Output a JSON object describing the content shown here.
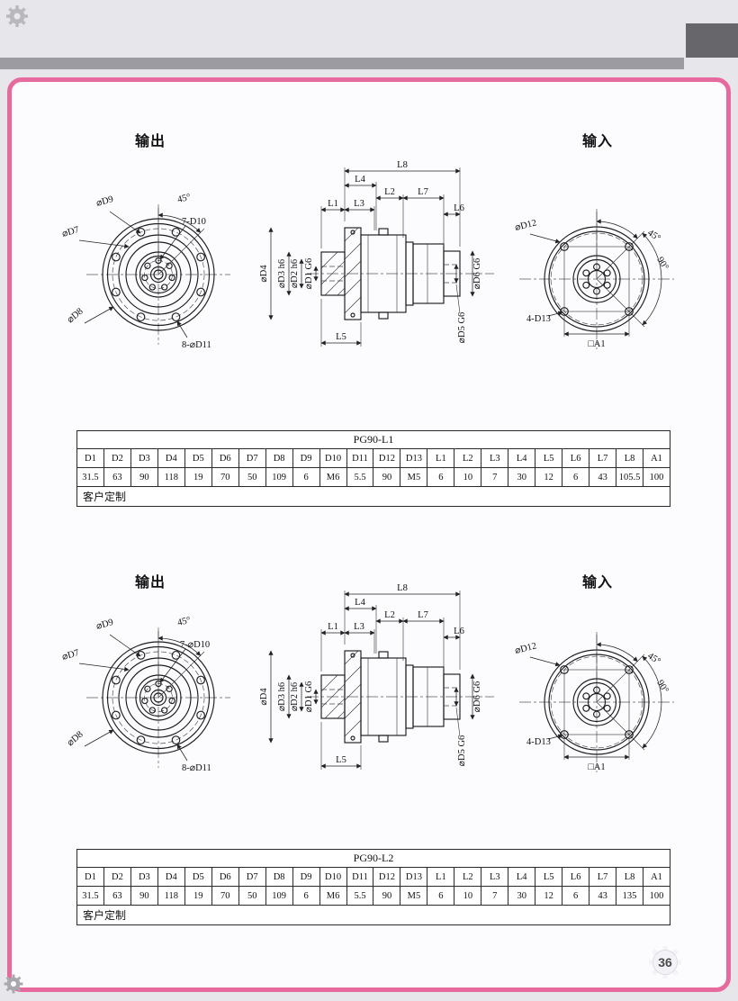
{
  "page": {
    "number": "36"
  },
  "sections": [
    {
      "output_label": "输出",
      "input_label": "输入",
      "front_labels": {
        "d9": "⌀D9",
        "angle": "45°",
        "d7": "⌀D7",
        "holes_hub": "7-D10",
        "d8": "⌀D8",
        "holes_flange": "8-⌀D11"
      },
      "side_labels": {
        "l8": "L8",
        "l4": "L4",
        "l2": "L2",
        "l7": "L7",
        "l1": "L1",
        "l3": "L3",
        "l6": "L6",
        "l5": "L5",
        "d4": "⌀D4",
        "d3": "⌀D3 h6",
        "d2": "⌀D2 h6",
        "d1": "⌀D1 G6",
        "d6": "⌀D6 G6",
        "d5": "⌀D5 G6"
      },
      "input_labels": {
        "d12": "⌀D12",
        "a45": "45°",
        "a90": "90°",
        "holes": "4-D13",
        "a1": "□A1"
      },
      "table": {
        "title": "PG90-L1",
        "headers": [
          "D1",
          "D2",
          "D3",
          "D4",
          "D5",
          "D6",
          "D7",
          "D8",
          "D9",
          "D10",
          "D11",
          "D12",
          "D13",
          "L1",
          "L2",
          "L3",
          "L4",
          "L5",
          "L6",
          "L7",
          "L8",
          "A1"
        ],
        "values": [
          "31.5",
          "63",
          "90",
          "118",
          "19",
          "70",
          "50",
          "109",
          "6",
          "M6",
          "5.5",
          "90",
          "M5",
          "6",
          "10",
          "7",
          "30",
          "12",
          "6",
          "43",
          "105.5",
          "100"
        ],
        "footer": "客户定制"
      }
    },
    {
      "output_label": "输出",
      "input_label": "输入",
      "front_labels": {
        "d9": "⌀D9",
        "angle": "45°",
        "d7": "⌀D7",
        "holes_hub": "7-⌀D10",
        "d8": "⌀D8",
        "holes_flange": "8-⌀D11"
      },
      "side_labels": {
        "l8": "L8",
        "l4": "L4",
        "l2": "L2",
        "l7": "L7",
        "l1": "L1",
        "l3": "L3",
        "l6": "L6",
        "l5": "L5",
        "d4": "⌀D4",
        "d3": "⌀D3 h6",
        "d2": "⌀D2 h6",
        "d1": "⌀D1 G6",
        "d6": "⌀D6 G6",
        "d5": "⌀D5 G6"
      },
      "input_labels": {
        "d12": "⌀D12",
        "a45": "45°",
        "a90": "90°",
        "holes": "4-D13",
        "a1": "□A1"
      },
      "table": {
        "title": "PG90-L2",
        "headers": [
          "D1",
          "D2",
          "D3",
          "D4",
          "D5",
          "D6",
          "D7",
          "D8",
          "D9",
          "D10",
          "D11",
          "D12",
          "D13",
          "L1",
          "L2",
          "L3",
          "L4",
          "L5",
          "L6",
          "L7",
          "L8",
          "A1"
        ],
        "values": [
          "31.5",
          "63",
          "90",
          "118",
          "19",
          "70",
          "50",
          "109",
          "6",
          "M6",
          "5.5",
          "90",
          "M5",
          "6",
          "10",
          "7",
          "30",
          "12",
          "6",
          "43",
          "135",
          "100"
        ],
        "footer": "客户定制"
      }
    }
  ]
}
